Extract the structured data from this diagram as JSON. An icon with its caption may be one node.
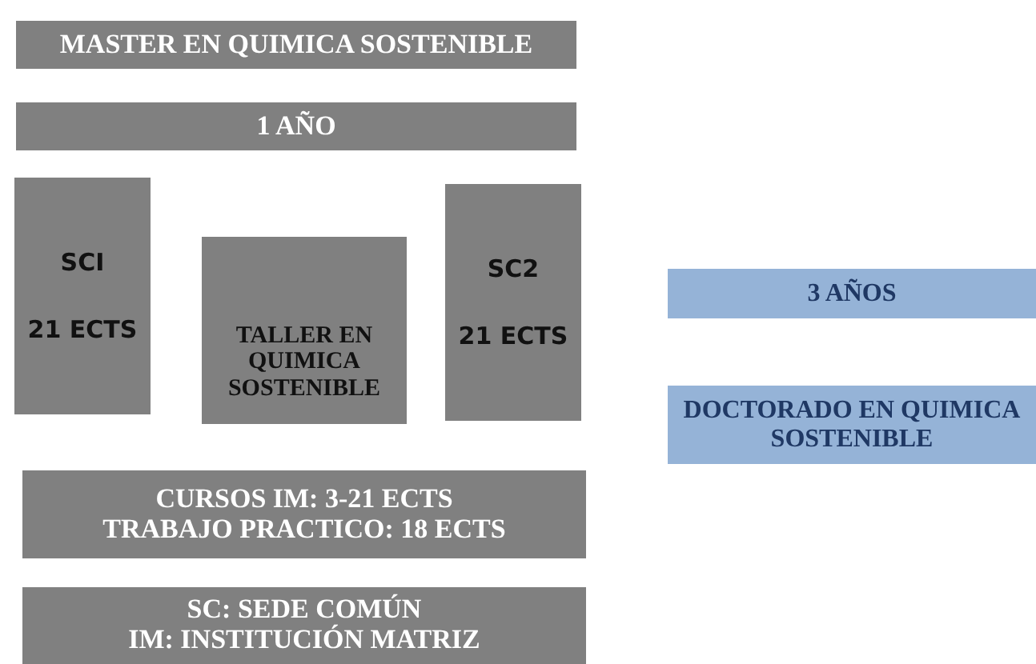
{
  "diagram": {
    "nodes": [
      {
        "text": [
          "MASTER EN QUIMICA SOSTENIBLE"
        ]
      },
      {
        "text": [
          "1 AÑO"
        ]
      },
      {
        "text": [
          "SCI",
          "21 ECTS"
        ]
      },
      {
        "text": [
          "TALLER EN QUIMICA SOSTENIBLE"
        ]
      },
      {
        "text": [
          "SC2",
          "21 ECTS"
        ]
      },
      {
        "text": [
          "CURSOS IM: 3-21 ECTS",
          "TRABAJO PRACTICO: 18 ECTS"
        ]
      },
      {
        "text": [
          "SC: SEDE COMÚN",
          "IM: INSTITUCIÓN MATRIZ"
        ]
      },
      {
        "text": [
          "3 AÑOS"
        ]
      },
      {
        "text": [
          "DOCTORADO EN QUIMICA SOSTENIBLE"
        ]
      }
    ]
  }
}
